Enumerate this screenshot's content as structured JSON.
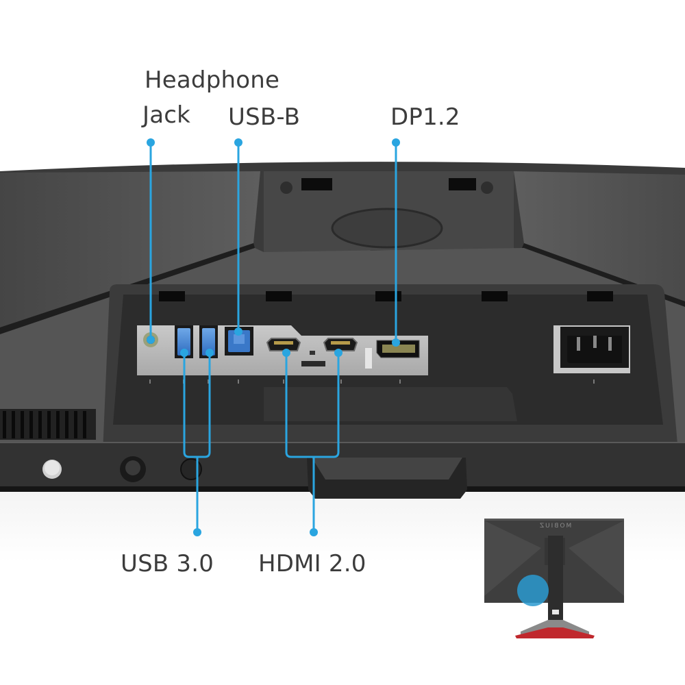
{
  "callouts": {
    "headphone_line1": "Headphone",
    "headphone_line2": "Jack",
    "usb_b": "USB-B",
    "dp": "DP1.2",
    "usb3": "USB 3.0",
    "hdmi": "HDMI 2.0"
  },
  "thumbnail": {
    "brand_text": "MOBIUZ"
  },
  "port_icons": [
    "headphone-icon",
    "usb-icon",
    "usb-icon",
    "usb-b-icon",
    "hdmi-icon",
    "hdmi-icon",
    "displayport-icon",
    "power-ac-icon"
  ],
  "colors": {
    "callout_blue": "#2aa5e0",
    "label_text": "#3c3c3c",
    "chassis_dark": "#2a2a2a",
    "chassis_mid": "#4a4a4a",
    "port_panel": "#bdbdbd",
    "stand_red": "#c0282d"
  }
}
